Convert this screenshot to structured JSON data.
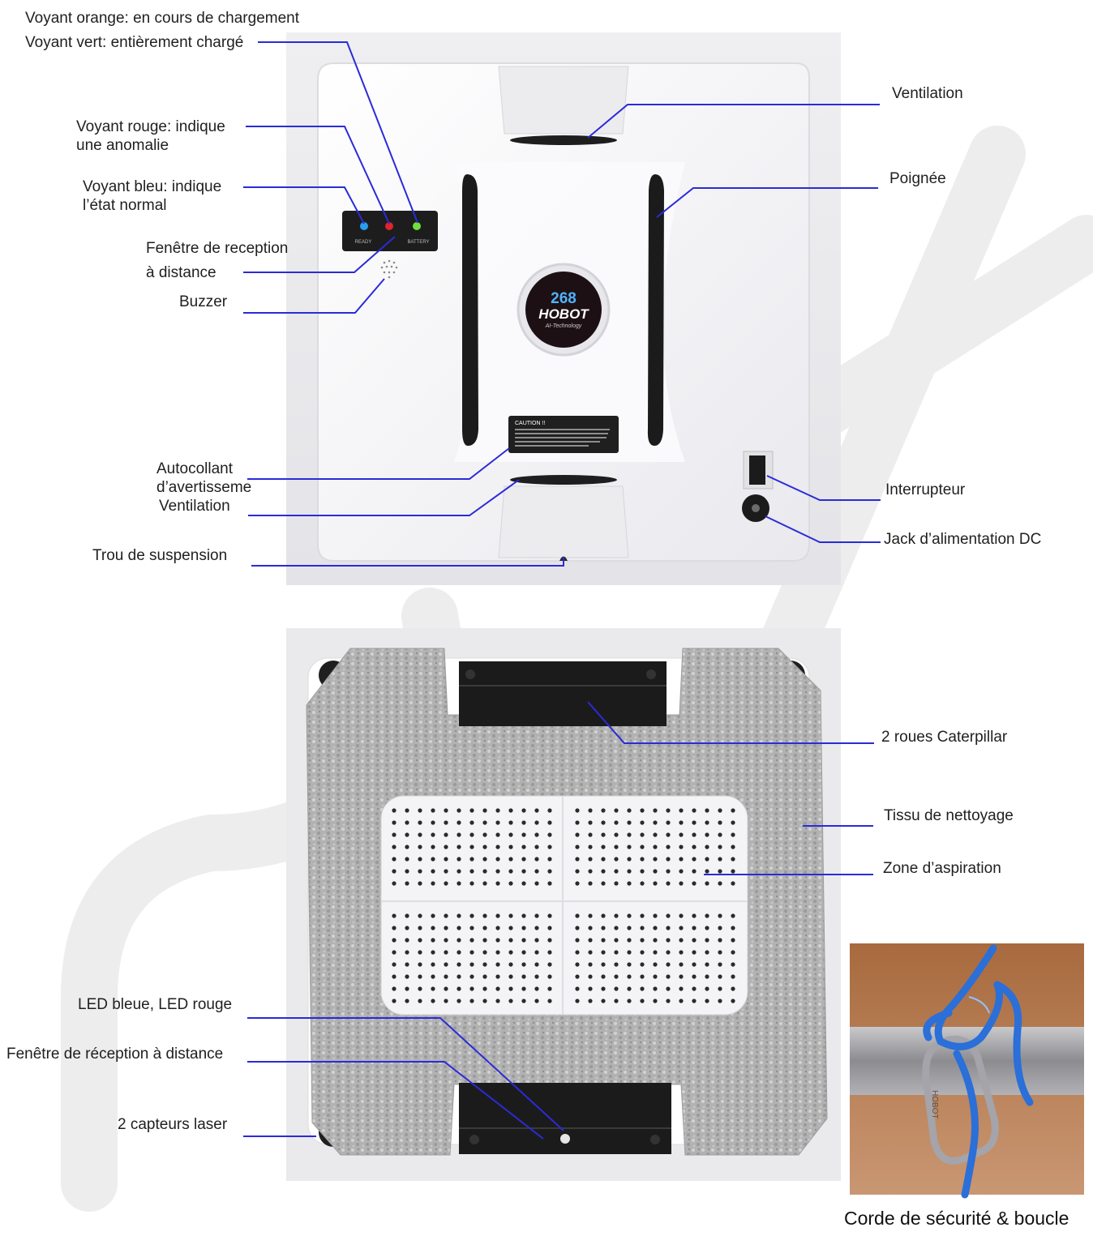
{
  "labels": {
    "orange_led": "Voyant orange: en cours de chargement",
    "green_led": "Voyant vert: entièrement chargé",
    "red_led_line1": "Voyant rouge: indique",
    "red_led_line2": "une anomalie",
    "blue_led_line1": "Voyant bleu: indique",
    "blue_led_line2": "l’état normal",
    "remote_window_line1": "Fenêtre de reception",
    "remote_window_line2": "à distance",
    "buzzer": "Buzzer",
    "warning_sticker_line1": "Autocollant",
    "warning_sticker_line2": "d’avertisseme",
    "vent_bottom": "Ventilation",
    "hanging_hole": "Trou de suspension",
    "vent_top": "Ventilation",
    "handle": "Poignée",
    "power_switch": "Interrupteur",
    "dc_jack": "Jack d’alimentation DC",
    "caterpillar": "2 roues Caterpillar",
    "cleaning_cloth": "Tissu de nettoyage",
    "suction_zone": "Zone d’aspiration",
    "led_blue_red": "LED bleue, LED rouge",
    "remote_window_bottom": "Fenêtre de réception à distance",
    "laser_sensors": "2 capteurs laser",
    "safety_rope": "Corde de sécurité & boucle"
  },
  "device": {
    "model_number": "268",
    "brand": "HOBOT",
    "tagline": "AI-Technology",
    "ready_text": "READY",
    "battery_text": "BATTERY",
    "caution_title": "CAUTION !!",
    "carabiner_text": "HOBOT"
  },
  "colors": {
    "leader_line": "#2b2bd8",
    "led_blue": "#2a9df4",
    "led_red": "#e0242b",
    "led_green": "#6fe03a",
    "body_white": "#f6f6f8",
    "dark_grip": "#1b1b1b",
    "cloth_grey": "#a9a9a9",
    "watermark": "#ececec"
  }
}
